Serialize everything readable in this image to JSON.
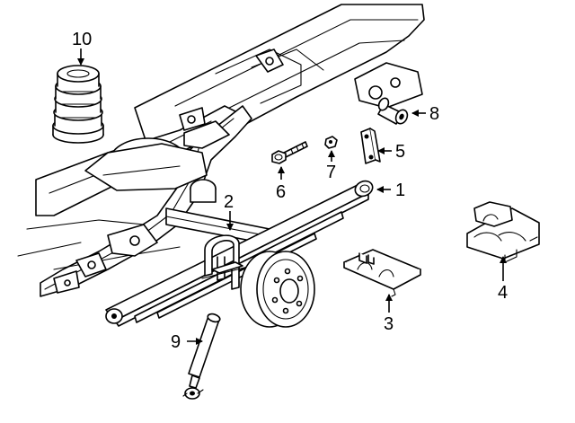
{
  "callouts": [
    {
      "id": "1",
      "text": "1",
      "part": "leaf-spring"
    },
    {
      "id": "2",
      "text": "2",
      "part": "u-bolt"
    },
    {
      "id": "3",
      "text": "3",
      "part": "spring-plate"
    },
    {
      "id": "4",
      "text": "4",
      "part": "spring-bracket"
    },
    {
      "id": "5",
      "text": "5",
      "part": "shackle"
    },
    {
      "id": "6",
      "text": "6",
      "part": "bolt"
    },
    {
      "id": "7",
      "text": "7",
      "part": "nut"
    },
    {
      "id": "8",
      "text": "8",
      "part": "bushing"
    },
    {
      "id": "9",
      "text": "9",
      "part": "shock-absorber"
    },
    {
      "id": "10",
      "text": "10",
      "part": "jounce-bumper"
    }
  ],
  "colors": {
    "line": "#000000",
    "background": "#ffffff"
  }
}
